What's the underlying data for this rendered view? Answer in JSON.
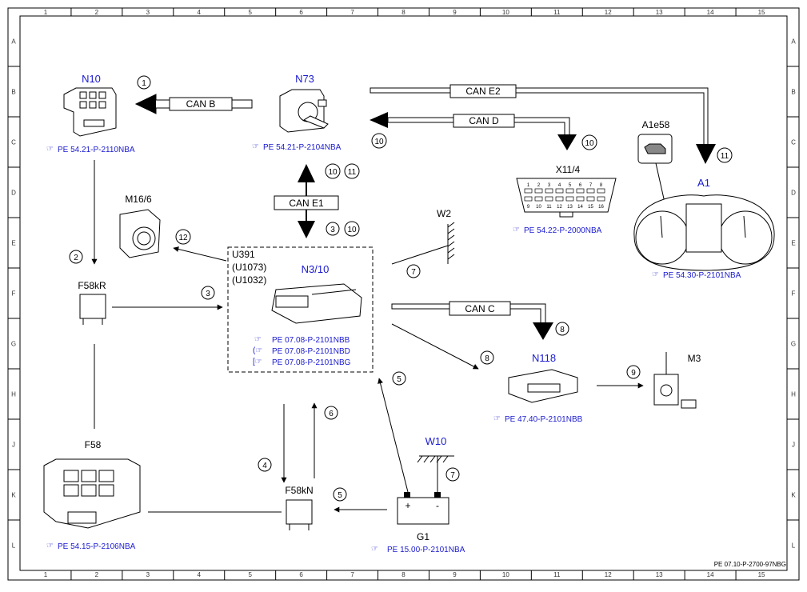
{
  "grid": {
    "columns": [
      "1",
      "2",
      "3",
      "4",
      "5",
      "6",
      "7",
      "8",
      "9",
      "10",
      "11",
      "12",
      "13",
      "14",
      "15"
    ],
    "rows": [
      "A",
      "B",
      "C",
      "D",
      "E",
      "F",
      "G",
      "H",
      "J",
      "K",
      "L"
    ]
  },
  "components": {
    "n10": {
      "label": "N10",
      "ref": "PE 54.21-P-2110NBA"
    },
    "n73": {
      "label": "N73",
      "ref": "PE 54.21-P-2104NBA"
    },
    "x11_4": {
      "label": "X11/4",
      "ref": "PE 54.22-P-2000NBA",
      "pins_top": [
        "1",
        "2",
        "3",
        "4",
        "5",
        "6",
        "7",
        "8"
      ],
      "pins_bottom": [
        "9",
        "10",
        "11",
        "12",
        "13",
        "14",
        "15",
        "16"
      ]
    },
    "a1e58": {
      "label": "A1e58"
    },
    "a1": {
      "label": "A1",
      "ref": "PE 54.30-P-2101NBA"
    },
    "m16_6": {
      "label": "M16/6"
    },
    "f58kr": {
      "label": "F58kR"
    },
    "n3_10": {
      "label": "N3/10",
      "variants": [
        "U391",
        "(U1073)",
        "(U1032)"
      ],
      "refs": [
        "PE 07.08-P-2101NBB",
        "PE 07.08-P-2101NBD",
        "PE 07.08-P-2101NBG"
      ]
    },
    "w2": {
      "label": "W2"
    },
    "n118": {
      "label": "N118",
      "ref": "PE 47.40-P-2101NBB"
    },
    "m3": {
      "label": "M3"
    },
    "f58": {
      "label": "F58",
      "ref": "PE 54.15-P-2106NBA"
    },
    "f58kn": {
      "label": "F58kN"
    },
    "w10": {
      "label": "W10"
    },
    "g1": {
      "label": "G1",
      "ref": "PE 15.00-P-2101NBA",
      "plus": "+",
      "minus": "-"
    }
  },
  "buses": {
    "can_b": "CAN B",
    "can_e2": "CAN E2",
    "can_d": "CAN D",
    "can_e1": "CAN E1",
    "can_c": "CAN C"
  },
  "signals": {
    "s1": "1",
    "s2": "2",
    "s3a": "3",
    "s3b": "3",
    "s4": "4",
    "s5a": "5",
    "s5b": "5",
    "s6": "6",
    "s7a": "7",
    "s7b": "7",
    "s8a": "8",
    "s8b": "8",
    "s9": "9",
    "s10a": "10",
    "s10b": "10",
    "s10c": "10",
    "s10d": "10",
    "s11a": "11",
    "s11b": "11",
    "s12": "12"
  },
  "footer": {
    "doc_ref": "PE 07.10-P-2700-97NBG"
  },
  "colors": {
    "link_blue": "#1a1ad0",
    "line": "#000000"
  }
}
